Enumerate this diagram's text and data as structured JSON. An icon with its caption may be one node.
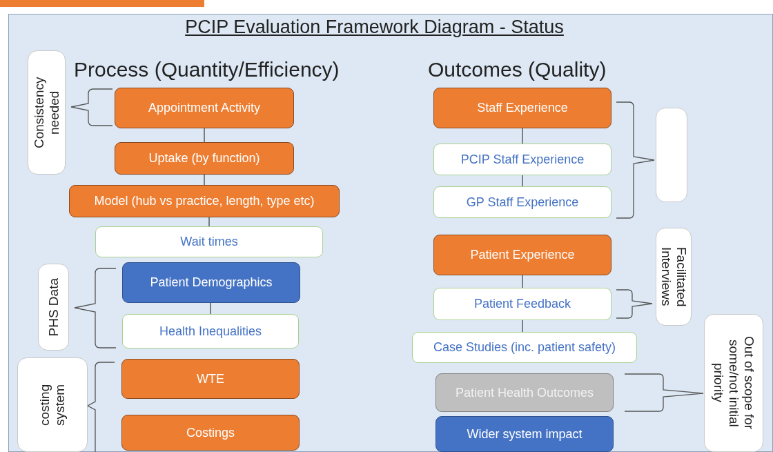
{
  "diagram": {
    "title": "PCIP Evaluation Framework Diagram - Status",
    "nodes": [
      {
        "text": [
          "Appointment Activity"
        ]
      },
      {
        "text": [
          "Uptake (by function)"
        ]
      },
      {
        "text": [
          "Model (hub vs practice, length, type etc)"
        ]
      },
      {
        "text": [
          "Wait times"
        ]
      },
      {
        "text": [
          "Patient Demographics"
        ]
      },
      {
        "text": [
          "Health Inequalities"
        ]
      },
      {
        "text": [
          "WTE"
        ]
      },
      {
        "text": [
          "Costings"
        ]
      },
      {
        "text": [
          "Staff Experience"
        ]
      },
      {
        "text": [
          "PCIP Staff Experience"
        ]
      },
      {
        "text": [
          "GP Staff Experience"
        ]
      },
      {
        "text": [
          "Patient Experience"
        ]
      },
      {
        "text": [
          "Patient Feedback"
        ]
      },
      {
        "text": [
          "Case Studies (inc. patient safety)"
        ]
      },
      {
        "text": [
          "Patient Health Outcomes"
        ]
      },
      {
        "text": [
          "Wider system impact"
        ]
      },
      {
        "text": [
          "Consistency needed"
        ]
      },
      {
        "text": [
          "PHS Data"
        ]
      },
      {
        "text": [
          "costing system"
        ]
      },
      {
        "text": [],
        "shape": "box"
      },
      {
        "text": [
          "Facilitated Interviews"
        ]
      },
      {
        "text": [
          "Out of scope for some/not initial priority"
        ]
      }
    ],
    "edges": [
      {
        "from": 0,
        "to": 1,
        "arrow": "none"
      },
      {
        "from": 1,
        "to": 2,
        "arrow": "none"
      },
      {
        "from": 2,
        "to": 3,
        "arrow": "none"
      },
      {
        "from": 4,
        "to": 5,
        "arrow": "none"
      },
      {
        "from": 8,
        "to": 9,
        "arrow": "none"
      },
      {
        "from": 9,
        "to": 10,
        "arrow": "none"
      },
      {
        "from": 11,
        "to": 12,
        "arrow": "none"
      },
      {
        "from": 12,
        "to": 13,
        "arrow": "none"
      }
    ],
    "labels": [
      "Process (Quantity/Efficiency)",
      "Outcomes (Quality)"
    ]
  }
}
